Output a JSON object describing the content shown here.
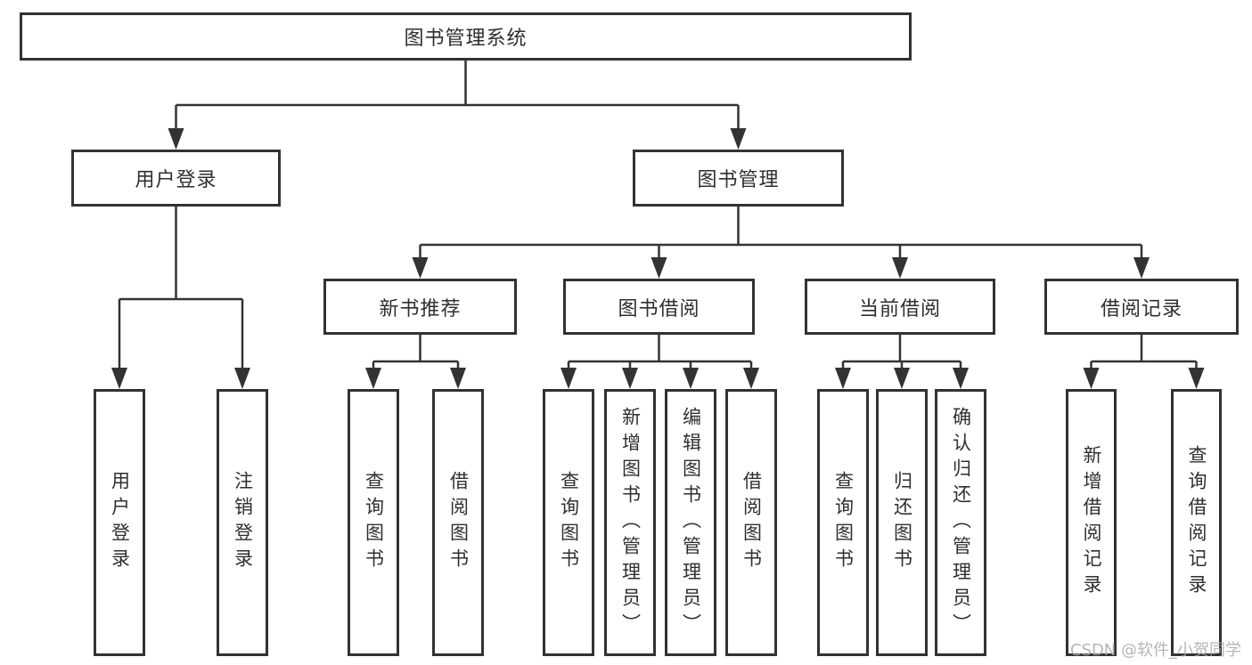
{
  "diagram_title": "图书管理系统",
  "colors": {
    "line": "#333333",
    "box_border": "#323232",
    "text": "#2f2f2f",
    "background": "#ffffff",
    "watermark": "#a9a9a9"
  },
  "tree": {
    "label": "图书管理系统",
    "children": [
      {
        "label": "用户登录",
        "children": [
          {
            "label": "用户登录"
          },
          {
            "label": "注销登录"
          }
        ]
      },
      {
        "label": "图书管理",
        "children": [
          {
            "label": "新书推荐",
            "children": [
              {
                "label": "查询图书"
              },
              {
                "label": "借阅图书"
              }
            ]
          },
          {
            "label": "图书借阅",
            "children": [
              {
                "label": "查询图书"
              },
              {
                "label": "新增图书（管理员）"
              },
              {
                "label": "编辑图书（管理员）"
              },
              {
                "label": "借阅图书"
              }
            ]
          },
          {
            "label": "当前借阅",
            "children": [
              {
                "label": "查询图书"
              },
              {
                "label": "归还图书"
              },
              {
                "label": "确认归还（管理员）"
              }
            ]
          },
          {
            "label": "借阅记录",
            "children": [
              {
                "label": "新增借阅记录"
              },
              {
                "label": "查询借阅记录"
              }
            ]
          }
        ]
      }
    ]
  },
  "watermark": {
    "text": "CSDN @软件_小贺同学"
  }
}
